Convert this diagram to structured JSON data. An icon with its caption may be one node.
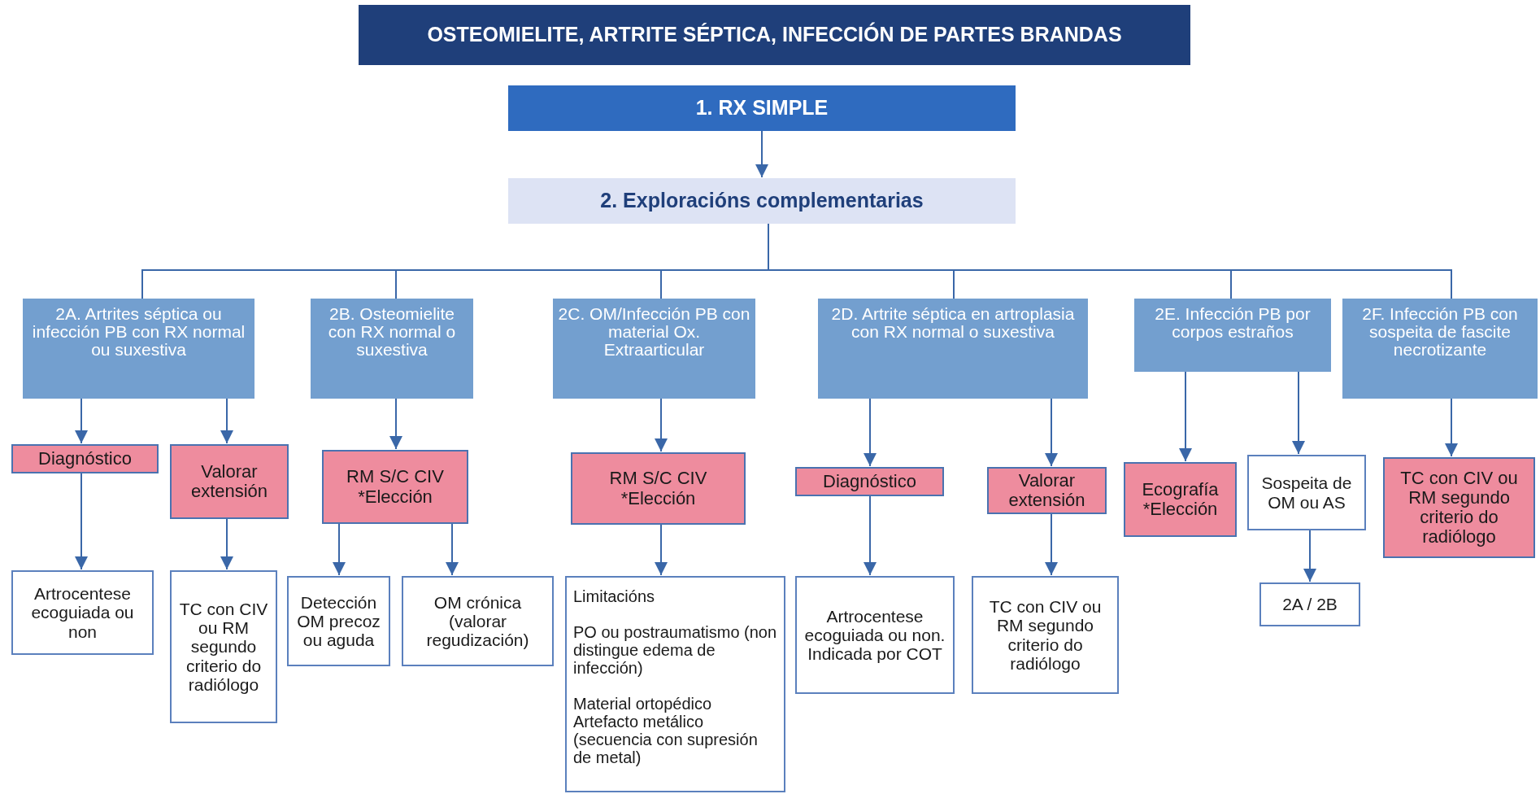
{
  "diagram": {
    "title": "OSTEOMIELITE, ARTRITE SÉPTICA, INFECCIÓN DE PARTES BRANDAS",
    "nodes": [
      {
        "text": [
          "1. RX SIMPLE"
        ]
      },
      {
        "text": [
          "2. Exploracións complementarias"
        ]
      },
      {
        "text": [
          "2A. Artrites séptica ou infección PB con RX normal ou suxestiva"
        ]
      },
      {
        "text": [
          "2B. Osteomielite con RX normal o suxestiva"
        ]
      },
      {
        "text": [
          "2C. OM/Infección PB con material Ox. Extraarticular"
        ]
      },
      {
        "text": [
          "2D. Artrite séptica en artroplasia con RX normal o suxestiva"
        ]
      },
      {
        "text": [
          "2E. Infección PB por corpos estraños"
        ]
      },
      {
        "text": [
          "2F. Infección PB con sospeita de fascite necrotizante"
        ]
      },
      {
        "text": [
          "Diagnóstico"
        ]
      },
      {
        "text": [
          "Valorar extensión"
        ]
      },
      {
        "text": [
          "Artrocentese ecoguiada ou non"
        ]
      },
      {
        "text": [
          "TC con CIV ou RM segundo criterio do radiólogo"
        ]
      },
      {
        "text": [
          "RM S/C CIV *Elección"
        ]
      },
      {
        "text": [
          "Detección OM precoz ou aguda"
        ]
      },
      {
        "text": [
          "OM crónica (valorar regudización)"
        ]
      },
      {
        "text": [
          "RM S/C CIV *Elección"
        ]
      },
      {
        "text": [
          "Limitacións",
          "PO ou postraumatismo (non distingue edema de infección)",
          "Material ortopédico Artefacto metálico (secuencia con supresión de metal)"
        ]
      },
      {
        "text": [
          "Diagnóstico"
        ]
      },
      {
        "text": [
          "Valorar extensión"
        ]
      },
      {
        "text": [
          "Artrocentese ecoguiada ou non.  Indicada por COT"
        ]
      },
      {
        "text": [
          "TC con CIV ou RM segundo criterio do radiólogo"
        ]
      },
      {
        "text": [
          "Ecografía *Elección"
        ]
      },
      {
        "text": [
          "Sospeita de OM ou AS"
        ]
      },
      {
        "text": [
          "2A / 2B"
        ]
      },
      {
        "text": [
          "TC con CIV ou RM segundo criterio do radiólogo"
        ]
      }
    ],
    "edges": [
      {
        "from": 0,
        "to": 1,
        "arrow": "to"
      },
      {
        "from": 1,
        "to": 2,
        "arrow": "none"
      },
      {
        "from": 1,
        "to": 3,
        "arrow": "none"
      },
      {
        "from": 1,
        "to": 4,
        "arrow": "none"
      },
      {
        "from": 1,
        "to": 5,
        "arrow": "none"
      },
      {
        "from": 1,
        "to": 6,
        "arrow": "none"
      },
      {
        "from": 1,
        "to": 7,
        "arrow": "none"
      },
      {
        "from": 2,
        "to": 8,
        "arrow": "to"
      },
      {
        "from": 2,
        "to": 9,
        "arrow": "to"
      },
      {
        "from": 8,
        "to": 10,
        "arrow": "to"
      },
      {
        "from": 9,
        "to": 11,
        "arrow": "to"
      },
      {
        "from": 3,
        "to": 12,
        "arrow": "to"
      },
      {
        "from": 12,
        "to": 13,
        "arrow": "to"
      },
      {
        "from": 12,
        "to": 14,
        "arrow": "to"
      },
      {
        "from": 4,
        "to": 15,
        "arrow": "to"
      },
      {
        "from": 15,
        "to": 16,
        "arrow": "to"
      },
      {
        "from": 5,
        "to": 17,
        "arrow": "to"
      },
      {
        "from": 5,
        "to": 18,
        "arrow": "to"
      },
      {
        "from": 17,
        "to": 19,
        "arrow": "to"
      },
      {
        "from": 18,
        "to": 20,
        "arrow": "to"
      },
      {
        "from": 6,
        "to": 21,
        "arrow": "to"
      },
      {
        "from": 6,
        "to": 22,
        "arrow": "to"
      },
      {
        "from": 22,
        "to": 23,
        "arrow": "to"
      },
      {
        "from": 7,
        "to": 24,
        "arrow": "to"
      }
    ]
  }
}
